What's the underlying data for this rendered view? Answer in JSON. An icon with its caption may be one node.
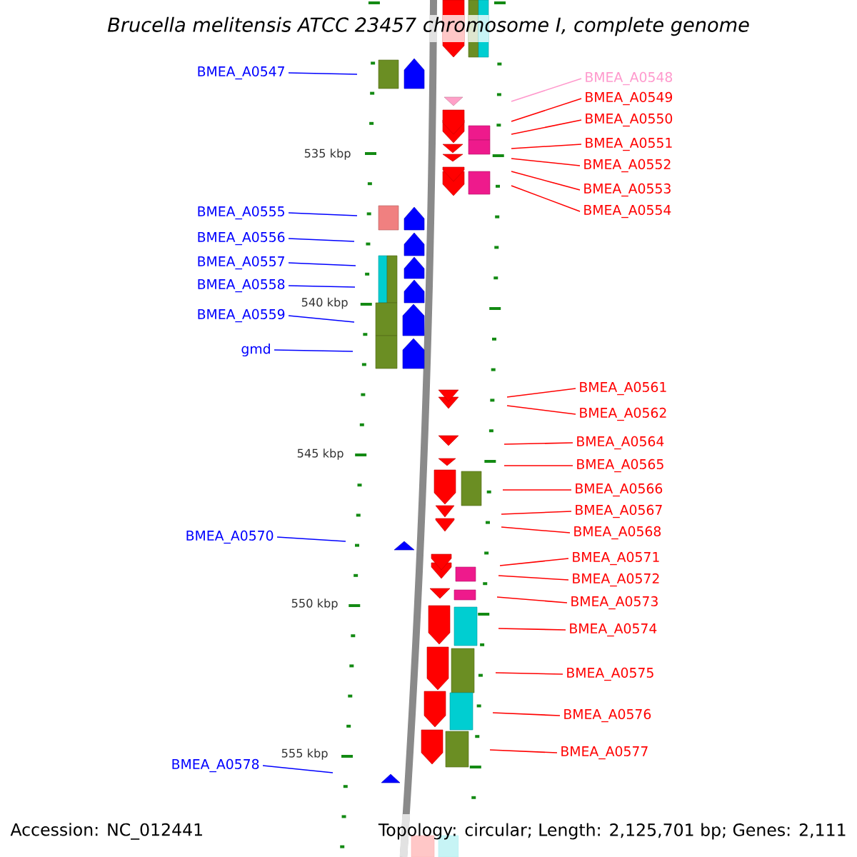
{
  "diagram": {
    "title": "Brucella melitensis ATCC 23457 chromosome I, complete genome",
    "nodes": [
      {
        "text": [
          "BMEA_A0547"
        ]
      },
      {
        "text": [
          "BMEA_A0548"
        ]
      },
      {
        "text": [
          "BMEA_A0549"
        ]
      },
      {
        "text": [
          "BMEA_A0550"
        ]
      },
      {
        "text": [
          "BMEA_A0551"
        ]
      },
      {
        "text": [
          "BMEA_A0552"
        ]
      },
      {
        "text": [
          "BMEA_A0553"
        ]
      },
      {
        "text": [
          "BMEA_A0554"
        ]
      },
      {
        "text": [
          "BMEA_A0555"
        ]
      },
      {
        "text": [
          "BMEA_A0556"
        ]
      },
      {
        "text": [
          "BMEA_A0557"
        ]
      },
      {
        "text": [
          "BMEA_A0558"
        ]
      },
      {
        "text": [
          "BMEA_A0559"
        ]
      },
      {
        "text": [
          "gmd"
        ]
      },
      {
        "text": [
          "BMEA_A0561"
        ]
      },
      {
        "text": [
          "BMEA_A0562"
        ]
      },
      {
        "text": [
          "BMEA_A0564"
        ]
      },
      {
        "text": [
          "BMEA_A0565"
        ]
      },
      {
        "text": [
          "BMEA_A0566"
        ]
      },
      {
        "text": [
          "BMEA_A0567"
        ]
      },
      {
        "text": [
          "BMEA_A0568"
        ]
      },
      {
        "text": [
          "BMEA_A0570"
        ]
      },
      {
        "text": [
          "BMEA_A0571"
        ]
      },
      {
        "text": [
          "BMEA_A0572"
        ]
      },
      {
        "text": [
          "BMEA_A0573"
        ]
      },
      {
        "text": [
          "BMEA_A0574"
        ]
      },
      {
        "text": [
          "BMEA_A0575"
        ]
      },
      {
        "text": [
          "BMEA_A0576"
        ]
      },
      {
        "text": [
          "BMEA_A0577"
        ]
      },
      {
        "text": [
          "BMEA_A0578"
        ]
      }
    ],
    "edges": [
      {
        "from": 0,
        "to": null,
        "arrow": "none",
        "color": "#0000ff"
      },
      {
        "from": 1,
        "to": null,
        "arrow": "none",
        "color": "#ff99cc"
      },
      {
        "from": 2,
        "to": null,
        "arrow": "none"
      },
      {
        "from": 3,
        "to": null,
        "arrow": "none"
      },
      {
        "from": 4,
        "to": null,
        "arrow": "none"
      },
      {
        "from": 5,
        "to": null,
        "arrow": "none"
      },
      {
        "from": 6,
        "to": null,
        "arrow": "none"
      },
      {
        "from": 7,
        "to": null,
        "arrow": "none"
      },
      {
        "from": 8,
        "to": null,
        "arrow": "none",
        "color": "#0000ff"
      },
      {
        "from": 9,
        "to": null,
        "arrow": "none",
        "color": "#0000ff"
      },
      {
        "from": 10,
        "to": null,
        "arrow": "none",
        "color": "#0000ff"
      },
      {
        "from": 11,
        "to": null,
        "arrow": "none",
        "color": "#0000ff"
      },
      {
        "from": 12,
        "to": null,
        "arrow": "none",
        "color": "#0000ff"
      },
      {
        "from": 13,
        "to": null,
        "arrow": "none",
        "color": "#0000ff"
      },
      {
        "from": 14,
        "to": null,
        "arrow": "none"
      },
      {
        "from": 15,
        "to": null,
        "arrow": "none"
      },
      {
        "from": 16,
        "to": null,
        "arrow": "none"
      },
      {
        "from": 17,
        "to": null,
        "arrow": "none"
      },
      {
        "from": 18,
        "to": null,
        "arrow": "none"
      },
      {
        "from": 19,
        "to": null,
        "arrow": "none"
      },
      {
        "from": 20,
        "to": null,
        "arrow": "none"
      },
      {
        "from": 21,
        "to": null,
        "arrow": "none",
        "color": "#0000ff"
      },
      {
        "from": 22,
        "to": null,
        "arrow": "none"
      },
      {
        "from": 23,
        "to": null,
        "arrow": "none"
      },
      {
        "from": 24,
        "to": null,
        "arrow": "none"
      },
      {
        "from": 25,
        "to": null,
        "arrow": "none"
      },
      {
        "from": 26,
        "to": null,
        "arrow": "none"
      },
      {
        "from": 27,
        "to": null,
        "arrow": "none"
      },
      {
        "from": 28,
        "to": null,
        "arrow": "none"
      },
      {
        "from": 29,
        "to": null,
        "arrow": "none",
        "color": "#0000ff"
      }
    ],
    "labels": [
      "535 kbp",
      "540 kbp",
      "545 kbp",
      "550 kbp",
      "555 kbp",
      "Accession: NC_012441",
      "Topology: circular; Length: 2,125,701 bp; Genes: 2,111"
    ]
  }
}
